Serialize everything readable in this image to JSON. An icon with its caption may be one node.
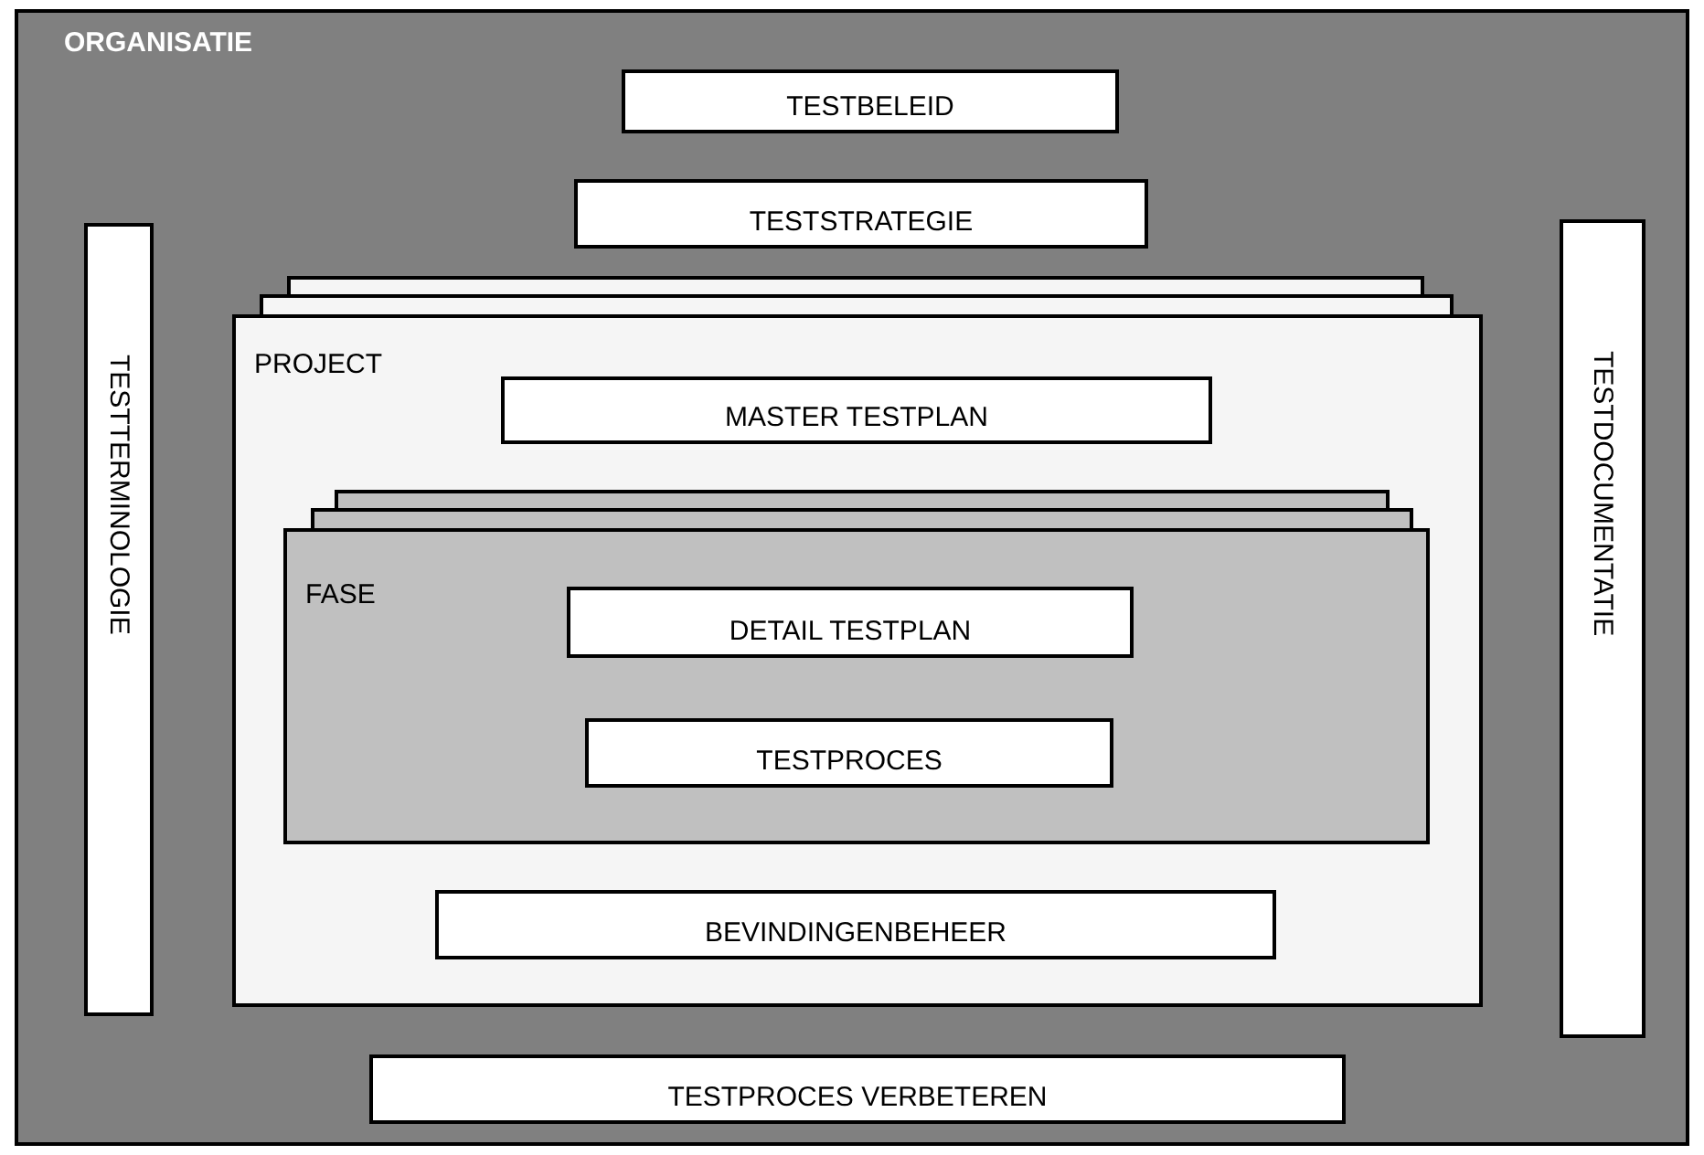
{
  "diagram": {
    "nodes": [
      {
        "text": [
          "ORGANISATIE"
        ]
      },
      {
        "text": [
          "TESTBELEID"
        ],
        "in": 0
      },
      {
        "text": [
          "TESTSTRATEGIE"
        ],
        "in": 0
      },
      {
        "text": [
          "TESTTERMINOLOGIE"
        ],
        "in": 0
      },
      {
        "text": [
          "PROJECT"
        ],
        "in": 0
      },
      {
        "text": [
          "MASTER TESTPLAN"
        ],
        "in": 4
      },
      {
        "text": [
          "FASE"
        ],
        "in": 4
      },
      {
        "text": [
          "DETAIL TESTPLAN"
        ],
        "in": 6
      },
      {
        "text": [
          "TESTPROCES"
        ],
        "in": 6
      },
      {
        "text": [
          "BEVINDINGENBEHEER"
        ],
        "in": 4
      },
      {
        "text": [
          "TESTDOCUMENTATIE"
        ],
        "in": 0
      },
      {
        "text": [
          "TESTPROCES VERBETEREN"
        ],
        "in": 0
      }
    ]
  }
}
